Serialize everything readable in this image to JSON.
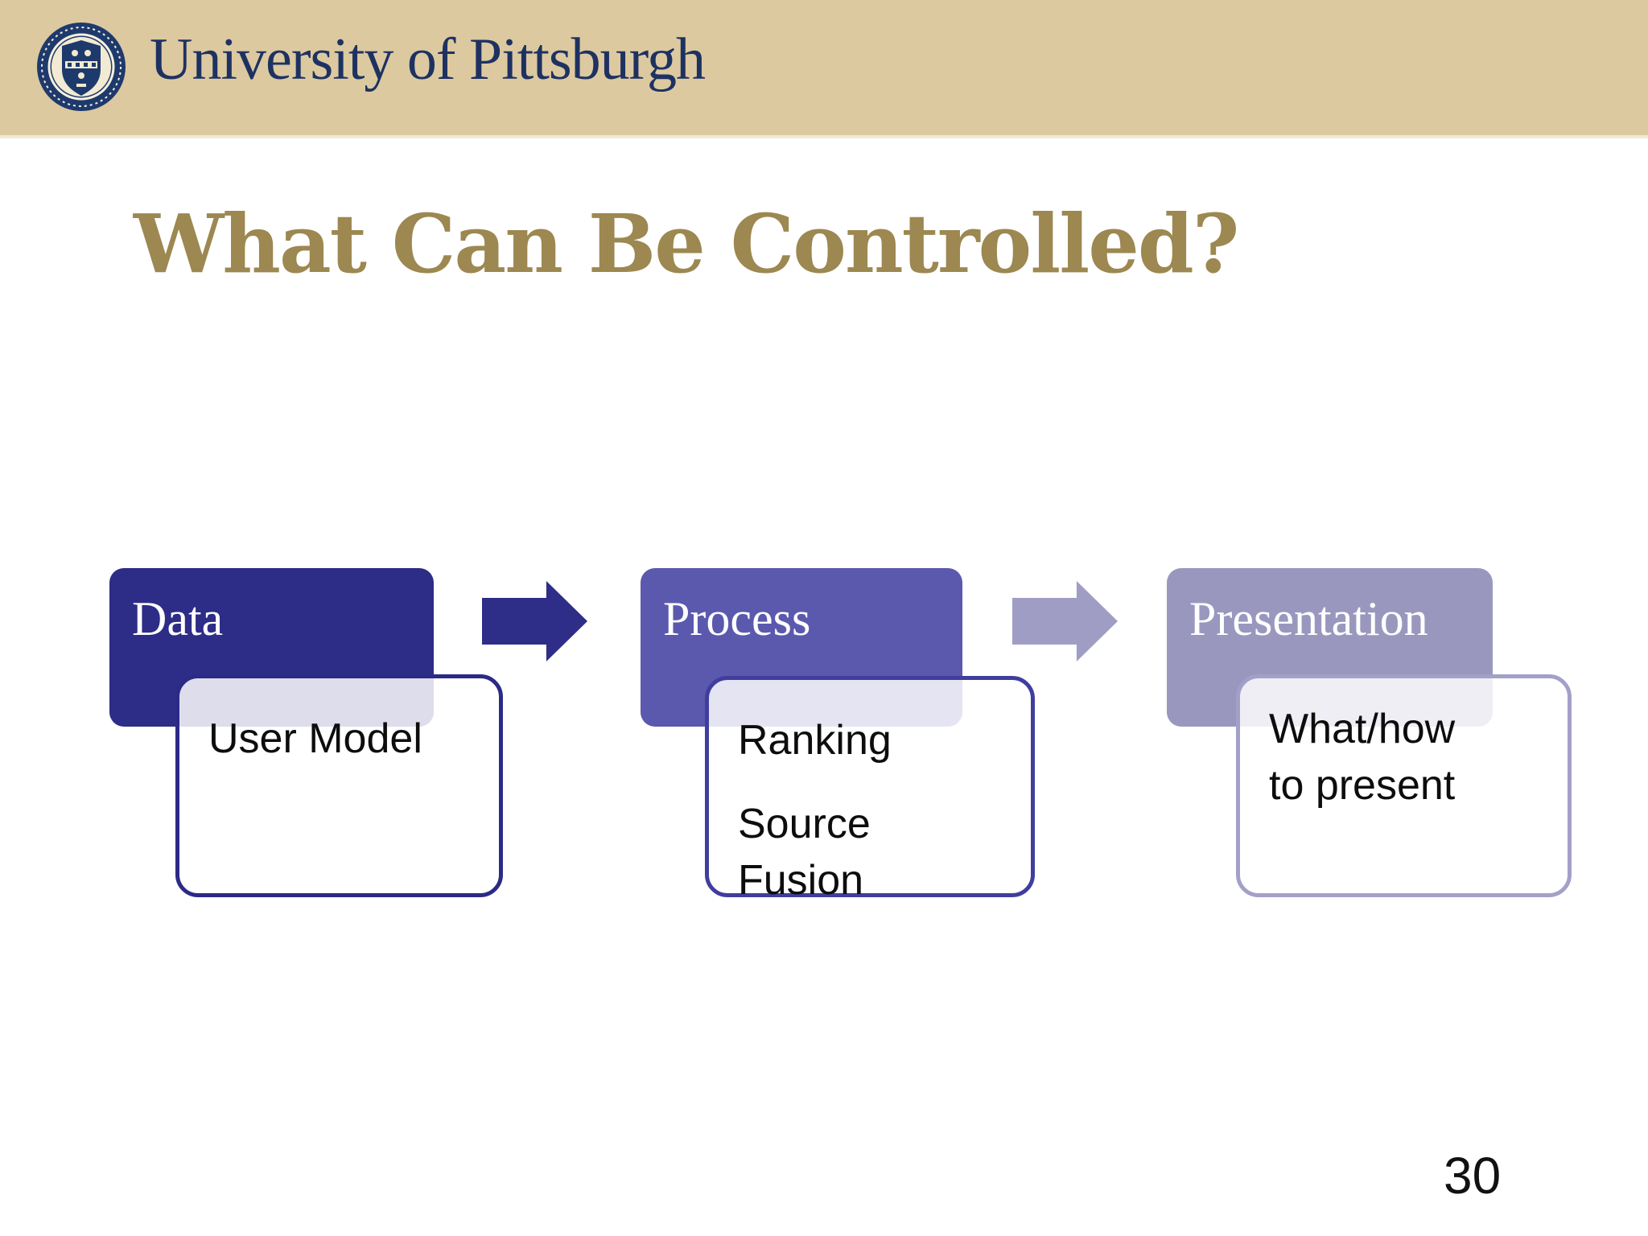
{
  "header": {
    "institution": "University of Pittsburgh",
    "background": "#dcc9a0",
    "text_color": "#1e3261",
    "logo": "pitt-seal-icon",
    "logo_color": "#1e3a6d"
  },
  "slide": {
    "title": "What Can Be Controlled?",
    "title_color": "#9c8850",
    "background": "#ffffff",
    "page_number": "30"
  },
  "diagram": {
    "groups": [
      {
        "label": "Data",
        "box_color": "#2d2c87",
        "border_color": "#2b2a86",
        "items": [
          "User Model"
        ]
      },
      {
        "label": "Process",
        "box_color": "#5b59ae",
        "border_color": "#403e9d",
        "items": [
          "Ranking",
          "Source Fusion"
        ]
      },
      {
        "label": "Presentation",
        "box_color": "#9a97bf",
        "border_color": "#a3a0c8",
        "items": [
          "What/how to present"
        ]
      }
    ],
    "arrows": [
      {
        "name": "arrow-data-to-process",
        "color": "#2e2d88"
      },
      {
        "name": "arrow-process-to-presentation",
        "color": "#a09dc5"
      }
    ]
  }
}
